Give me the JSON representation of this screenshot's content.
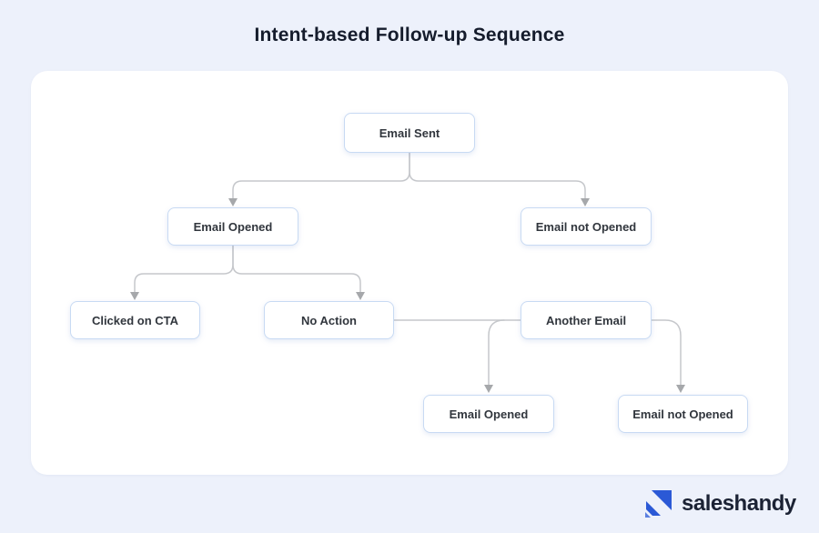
{
  "title": "Intent-based Follow-up Sequence",
  "diagram": {
    "nodes": [
      {
        "id": "email-sent",
        "label": "Email Sent"
      },
      {
        "id": "email-opened-1",
        "label": "Email Opened"
      },
      {
        "id": "email-not-opened-1",
        "label": "Email not Opened"
      },
      {
        "id": "clicked-on-cta",
        "label": "Clicked on CTA"
      },
      {
        "id": "no-action",
        "label": "No Action"
      },
      {
        "id": "another-email",
        "label": "Another Email"
      },
      {
        "id": "email-opened-2",
        "label": "Email Opened"
      },
      {
        "id": "email-not-opened-2",
        "label": "Email not Opened"
      }
    ],
    "edges": [
      {
        "from": "email-sent",
        "to": "email-opened-1"
      },
      {
        "from": "email-sent",
        "to": "email-not-opened-1"
      },
      {
        "from": "email-opened-1",
        "to": "clicked-on-cta"
      },
      {
        "from": "email-opened-1",
        "to": "no-action"
      },
      {
        "from": "no-action",
        "to": "another-email"
      },
      {
        "from": "another-email",
        "to": "email-opened-2"
      },
      {
        "from": "another-email",
        "to": "email-not-opened-2"
      }
    ]
  },
  "branding": {
    "logo_text": "saleshandy"
  },
  "colors": {
    "page_background": "#edf1fb",
    "card_background": "#ffffff",
    "node_border": "#c8daf3",
    "node_text": "#31363d",
    "connector_line": "#c5c7cb",
    "arrowhead": "#a6a8ab",
    "title_text": "#151c2c",
    "logo_blue": "#2b59d6"
  }
}
